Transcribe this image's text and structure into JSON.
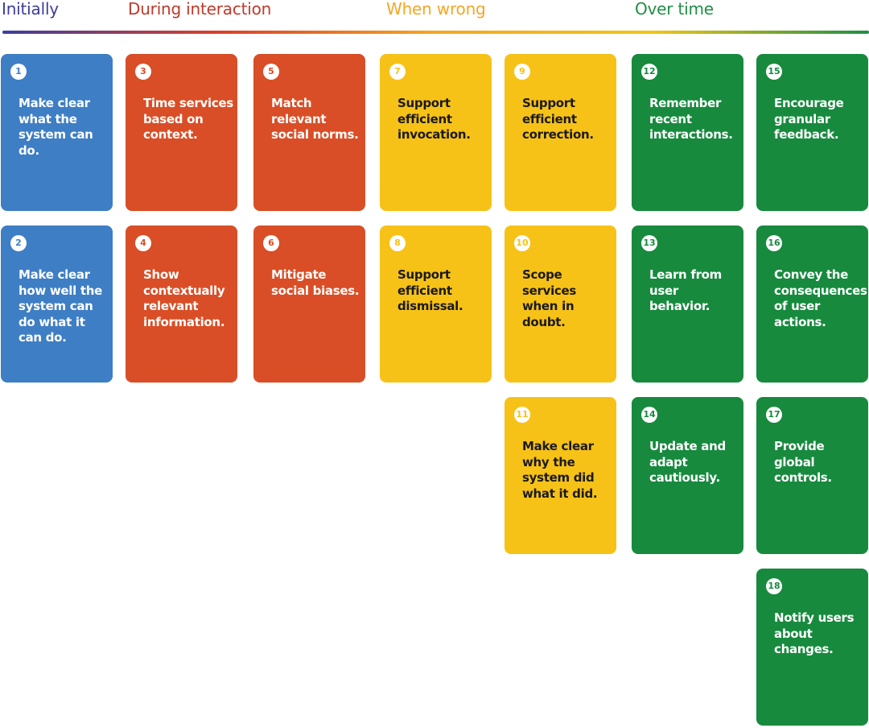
{
  "phases": [
    {
      "label": "Initially",
      "color": "#3D3D9E"
    },
    {
      "label": "During interaction",
      "color": "#C0392B"
    },
    {
      "label": "When wrong",
      "color": "#F5A623"
    },
    {
      "label": "Over time",
      "color": "#1E8F45"
    }
  ],
  "colors": {
    "blue": "#3E7EC4",
    "red": "#D94E26",
    "yellow": "#F7C217",
    "green": "#178A3E",
    "gradient": [
      "#3D3D9E",
      "#D9402B",
      "#F5A623",
      "#F2C418",
      "#1E8F45"
    ]
  },
  "cards": [
    {
      "number": "1",
      "text": "Make clear what the system can do.",
      "color": "blue"
    },
    {
      "number": "2",
      "text": "Make clear how well the system can do what it can do.",
      "color": "blue"
    },
    {
      "number": "3",
      "text": "Time services based on context.",
      "color": "red"
    },
    {
      "number": "4",
      "text": "Show contextually relevant information.",
      "color": "red"
    },
    {
      "number": "5",
      "text": "Match relevant social norms.",
      "color": "red"
    },
    {
      "number": "6",
      "text": "Mitigate social biases.",
      "color": "red"
    },
    {
      "number": "7",
      "text": "Support efficient invocation.",
      "color": "yellow"
    },
    {
      "number": "8",
      "text": "Support efficient dismissal.",
      "color": "yellow"
    },
    {
      "number": "9",
      "text": "Support efficient correction.",
      "color": "yellow"
    },
    {
      "number": "10",
      "text": "Scope services when in doubt.",
      "color": "yellow"
    },
    {
      "number": "11",
      "text": "Make clear why the system did what it did.",
      "color": "yellow"
    },
    {
      "number": "12",
      "text": "Remember recent interactions.",
      "color": "green"
    },
    {
      "number": "13",
      "text": "Learn from user behavior.",
      "color": "green"
    },
    {
      "number": "14",
      "text": "Update and adapt cautiously.",
      "color": "green"
    },
    {
      "number": "15",
      "text": "Encourage granular feedback.",
      "color": "green"
    },
    {
      "number": "16",
      "text": "Convey the consequences of user actions.",
      "color": "green"
    },
    {
      "number": "17",
      "text": "Provide global controls.",
      "color": "green"
    },
    {
      "number": "18",
      "text": "Notify users about changes.",
      "color": "green"
    }
  ]
}
